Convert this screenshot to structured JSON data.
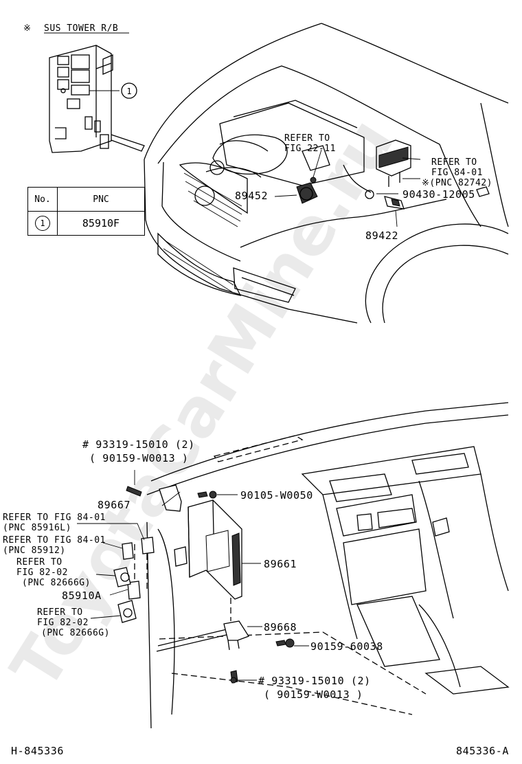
{
  "header": {
    "mark": "※",
    "label": "SUS TOWER R/B"
  },
  "callout": "1",
  "table": {
    "headers": [
      "No.",
      "PNC"
    ],
    "rows": [
      {
        "no": "1",
        "pnc": "85910F"
      }
    ]
  },
  "labels": {
    "refer_22_a": "REFER TO",
    "refer_22_b": "FIG 22-11",
    "refer_84_a": "REFER TO",
    "refer_84_b": "FIG 84-01",
    "refer_84_c": "※(PNC 82742)",
    "p89452": "89452",
    "p90430": "90430-12005",
    "p89422": "89422",
    "p93319_top": "# 93319-15010 (2)",
    "p90159_top": "( 90159-W0013 )",
    "p89667": "89667",
    "p90105": "90105-W0050",
    "r1_a": "REFER TO FIG 84-01",
    "r1_b": "(PNC 85916L)",
    "r2_a": "REFER TO FIG 84-01",
    "r2_b": "(PNC 85912)",
    "r3_a": "REFER TO",
    "r3_b": "FIG 82-02",
    "r3_c": "(PNC 82666G)",
    "p89661": "89661",
    "p85910A": "85910A",
    "r4_a": "REFER TO",
    "r4_b": "FIG 82-02",
    "r4_c": "(PNC 82666G)",
    "p89668": "89668",
    "p90159_60038": "90159-60038",
    "p93319_bot": "# 93319-15010 (2)",
    "p90159_bot": "( 90159-W0013 )"
  },
  "footer": {
    "left": "H-845336",
    "right": "845336-A"
  },
  "watermark": "ToyotaCarMine.ru"
}
